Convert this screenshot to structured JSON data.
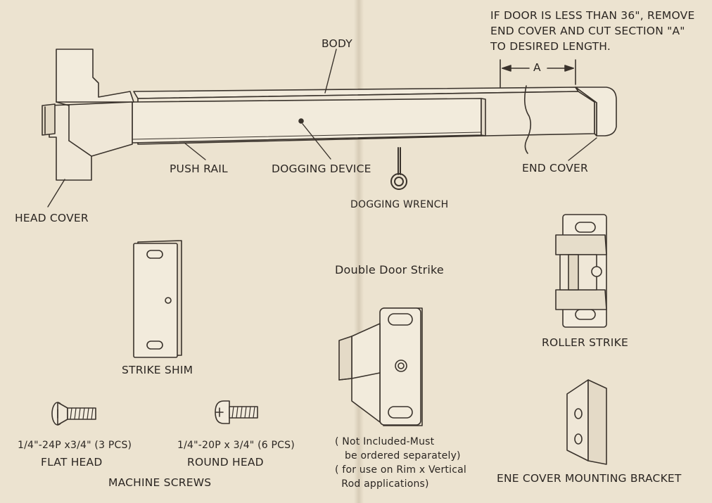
{
  "labels": {
    "body": "BODY",
    "door_note": [
      "IF DOOR IS LESS THAN 36\", REMOVE",
      "END COVER AND CUT SECTION \"A\"",
      "TO DESIRED LENGTH."
    ],
    "section_a": "A",
    "push_rail": "PUSH RAIL",
    "dogging_device": "DOGGING DEVICE",
    "end_cover": "END COVER",
    "dogging_wrench": "DOGGING WRENCH",
    "head_cover": "HEAD COVER",
    "strike_shim": "STRIKE SHIM",
    "double_door_strike": "Double Door Strike",
    "roller_strike": "ROLLER STRIKE",
    "flat_spec": "1/4\"-24P x3/4\" (3 PCS)",
    "flat_head": "FLAT HEAD",
    "round_spec": "1/4\"-20P x 3/4\" (6 PCS)",
    "round_head": "ROUND HEAD",
    "machine_screws": "MACHINE SCREWS",
    "strike_note": "( Not Included-Must\n   be ordered separately)\n( for use on Rim x Vertical\n  Rod applications)",
    "bracket": "ENE COVER MOUNTING BRACKET"
  },
  "colors": {
    "paper": "#ece3d0",
    "ink": "#3a332c",
    "part_fill": "#f2ebdc"
  }
}
